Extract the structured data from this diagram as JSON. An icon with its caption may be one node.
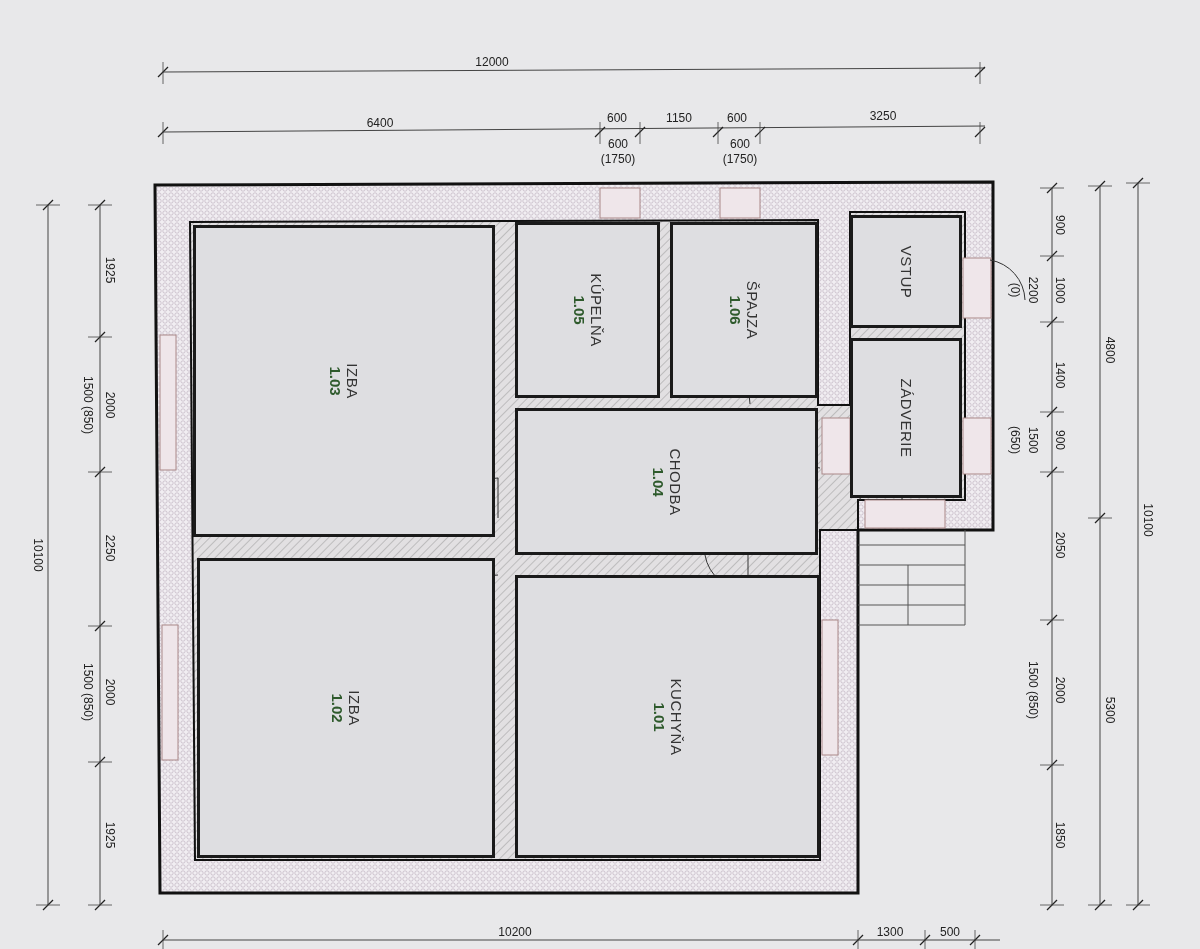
{
  "diagram": {
    "nodes": [
      {
        "text": [
          "1.03",
          "IZBA"
        ]
      },
      {
        "text": [
          "1.05",
          "KÚPELŇA"
        ]
      },
      {
        "text": [
          "1.06",
          "ŠPAJZA"
        ]
      },
      {
        "text": [
          "VSTUP"
        ]
      },
      {
        "text": [
          "1.04",
          "CHODBA"
        ]
      },
      {
        "text": [
          "ZÁDVERIE"
        ]
      },
      {
        "text": [
          "1.02",
          "IZBA"
        ]
      },
      {
        "text": [
          "1.01",
          "KUCHYŇA"
        ]
      }
    ],
    "labels": [
      "12000",
      "6400",
      "600",
      "1150",
      "600",
      "3250",
      "600",
      "(1750)",
      "600",
      "(1750)",
      "1925",
      "2000",
      "1500 (850)",
      "2250",
      "2000",
      "1500 (850)",
      "1925",
      "10100",
      "900",
      "1000",
      "2200",
      "(0)",
      "1400",
      "900",
      "1500",
      "(650)",
      "2050",
      "2000",
      "1500 (850)",
      "1850",
      "4800",
      "5300",
      "10100",
      "10200",
      "1300",
      "500"
    ]
  }
}
